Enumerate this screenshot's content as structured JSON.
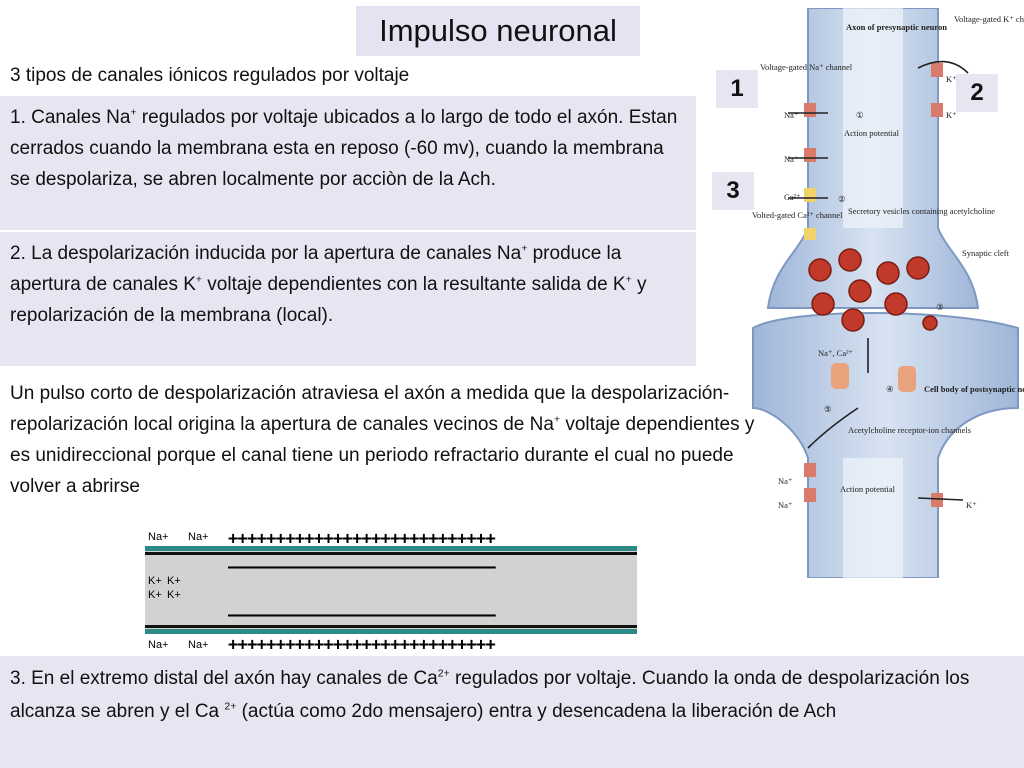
{
  "title": "Impulso neuronal",
  "subtitle": "3 tipos de canales iónicos regulados por voltaje",
  "box1": {
    "p1": "1. Canales Na",
    "sup1": "+",
    "p2": " regulados por voltaje ubicados a lo largo de todo el axón.  Estan cerrados cuando la membrana esta en reposo (-60 mv), cuando la membrana se despolariza, se abren localmente por acciòn de la Ach."
  },
  "box2": {
    "p1": "2. La despolarización inducida por la apertura de canales Na",
    "sup1": "+",
    "p2": " produce la apertura de canales K",
    "sup2": "+",
    "p3": " voltaje dependientes con la resultante salida de K",
    "sup3": "+",
    "p4": " y repolarización de la membrana (local)."
  },
  "paragraph": {
    "p1": "Un pulso corto de despolarización atraviesa el axón a medida que la despolarización-repolarización local origina la apertura de canales vecinos de Na",
    "sup1": "+",
    "p2": " voltaje dependientes y es unidireccional porque el canal tiene un periodo refractario durante el cual no puede volver a abrirse"
  },
  "box3": {
    "p1": "3. En el extremo distal del axón hay canales de Ca",
    "sup1": "2+",
    "p2": " regulados por voltaje.  Cuando la onda de despolarización los alcanza se abren y el Ca ",
    "sup2": "2+",
    "p3": " (actúa como 2do mensajero) entra y desencadena la liberación de Ach"
  },
  "markers": {
    "m1": "1",
    "m2": "2",
    "m3": "3"
  },
  "axon_diagram": {
    "na_label": "Na+",
    "k_label": "K+",
    "plus_row": "++++++++++++++++++++++++++++",
    "minus_row": "––––––––––––––––––––––––––––"
  },
  "synapse": {
    "axon_title": "Axon of presynaptic neuron",
    "na_channel": "Voltage-gated Na⁺ channel",
    "k_channel": "Voltage-gated K⁺ channel",
    "action_potential": "Action potential",
    "ca_channel": "Volted-gated Ca²⁺ channel",
    "vesicles": "Secretory vesicles containing acetylcholine",
    "cleft": "Synaptic cleft",
    "cell_body": "Cell body of postsynaptic neuron",
    "receptor": "Acetylcholine receptor-ion channels",
    "na_ion": "Na⁺",
    "k_ion": "K⁺",
    "ca_ion": "Ca²⁺",
    "na_ca": "Na⁺, Ca²⁺",
    "step1": "①",
    "step2": "②",
    "step3": "③",
    "step4": "④",
    "step5": "⑤"
  },
  "colors": {
    "box_bg": "#e6e6f2",
    "axon_fill": "#c4d3e8",
    "membrane_teal": "#2e8a86",
    "vesicle": "#c0392b"
  }
}
